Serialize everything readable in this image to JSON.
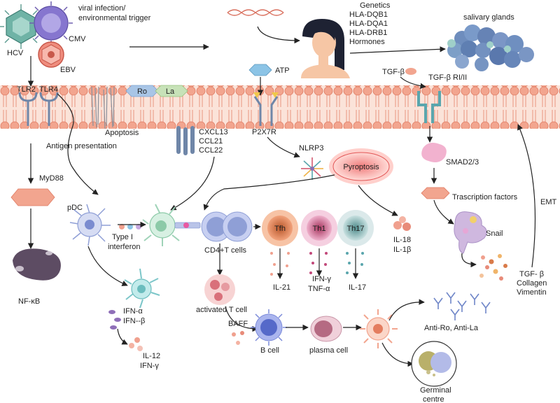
{
  "labels": {
    "viral_infection": "viral infection/",
    "env_trigger": "environmental trigger",
    "hcv": "HCV",
    "cmv": "CMV",
    "ebv": "EBV",
    "genetics": "Genetics",
    "hla_dqb1": "HLA-DQB1",
    "hla_dqa1": "HLA-DQA1",
    "hla_drb1": "HLA-DRB1",
    "hormones": "Hormones",
    "salivary_glands": "salivary glands",
    "atp": "ATP",
    "tgfb": "TGF-β",
    "tgfb_receptor": "TGF-β RI/II",
    "tlr2": "TLR2",
    "tlr4": "TLR4",
    "ro": "Ro",
    "la": "La",
    "apoptosis": "Apoptosis",
    "antigen_presentation": "Antigen presentation",
    "cxcl13": "CXCL13",
    "ccl21": "CCL21",
    "ccl22": "CCL22",
    "p2x7r": "P2X7R",
    "nlrp3": "NLRP3",
    "pyroptosis": "Pyroptosis",
    "smad": "SMAD2/3",
    "transcription_factors": "Trascription factors",
    "myd88": "MyD88",
    "pdc": "pDC",
    "type1_ifn_1": "Type I",
    "type1_ifn_2": "interferon",
    "cd4_t_cells": "CD4+T cells",
    "tfh": "Tfh",
    "th1": "Th1",
    "th17": "Th17",
    "il18": "IL-18",
    "il1b": "IL-1β",
    "snail": "Snail",
    "emt": "EMT",
    "nfkb": "NF-κB",
    "il21": "IL-21",
    "ifng_tnfa_1": "IFN-γ",
    "ifng_tnfa_2": "TNF-α",
    "il17": "IL-17",
    "tgfb_out": "TGF- β",
    "collagen": "Collagen",
    "vimentin": "Vimentin",
    "ifna": "IFN-α",
    "ifnb": "IFN--β",
    "activated_t_cell": "activated T cell",
    "baff": "BAFF",
    "b_cell": "B cell",
    "plasma_cell": "plasma cell",
    "anti_ro_la": "Anti-Ro, Anti-La",
    "il12": "IL-12",
    "ifng2": "IFN-γ",
    "germinal_1": "Germinal",
    "germinal_2": "centre"
  },
  "colors": {
    "membrane": "#f2a58f",
    "membrane_dark": "#e07b62",
    "receptor": "#6f86a8",
    "teal": "#5aa6ad",
    "tfh": "#d9703f",
    "th1": "#c2487a",
    "th17": "#74a9a9",
    "pyroptosis": "#e25555",
    "nfkb_cell": "#5d4c63",
    "bcell": "#5569c9",
    "plasma": "#b56a82"
  }
}
